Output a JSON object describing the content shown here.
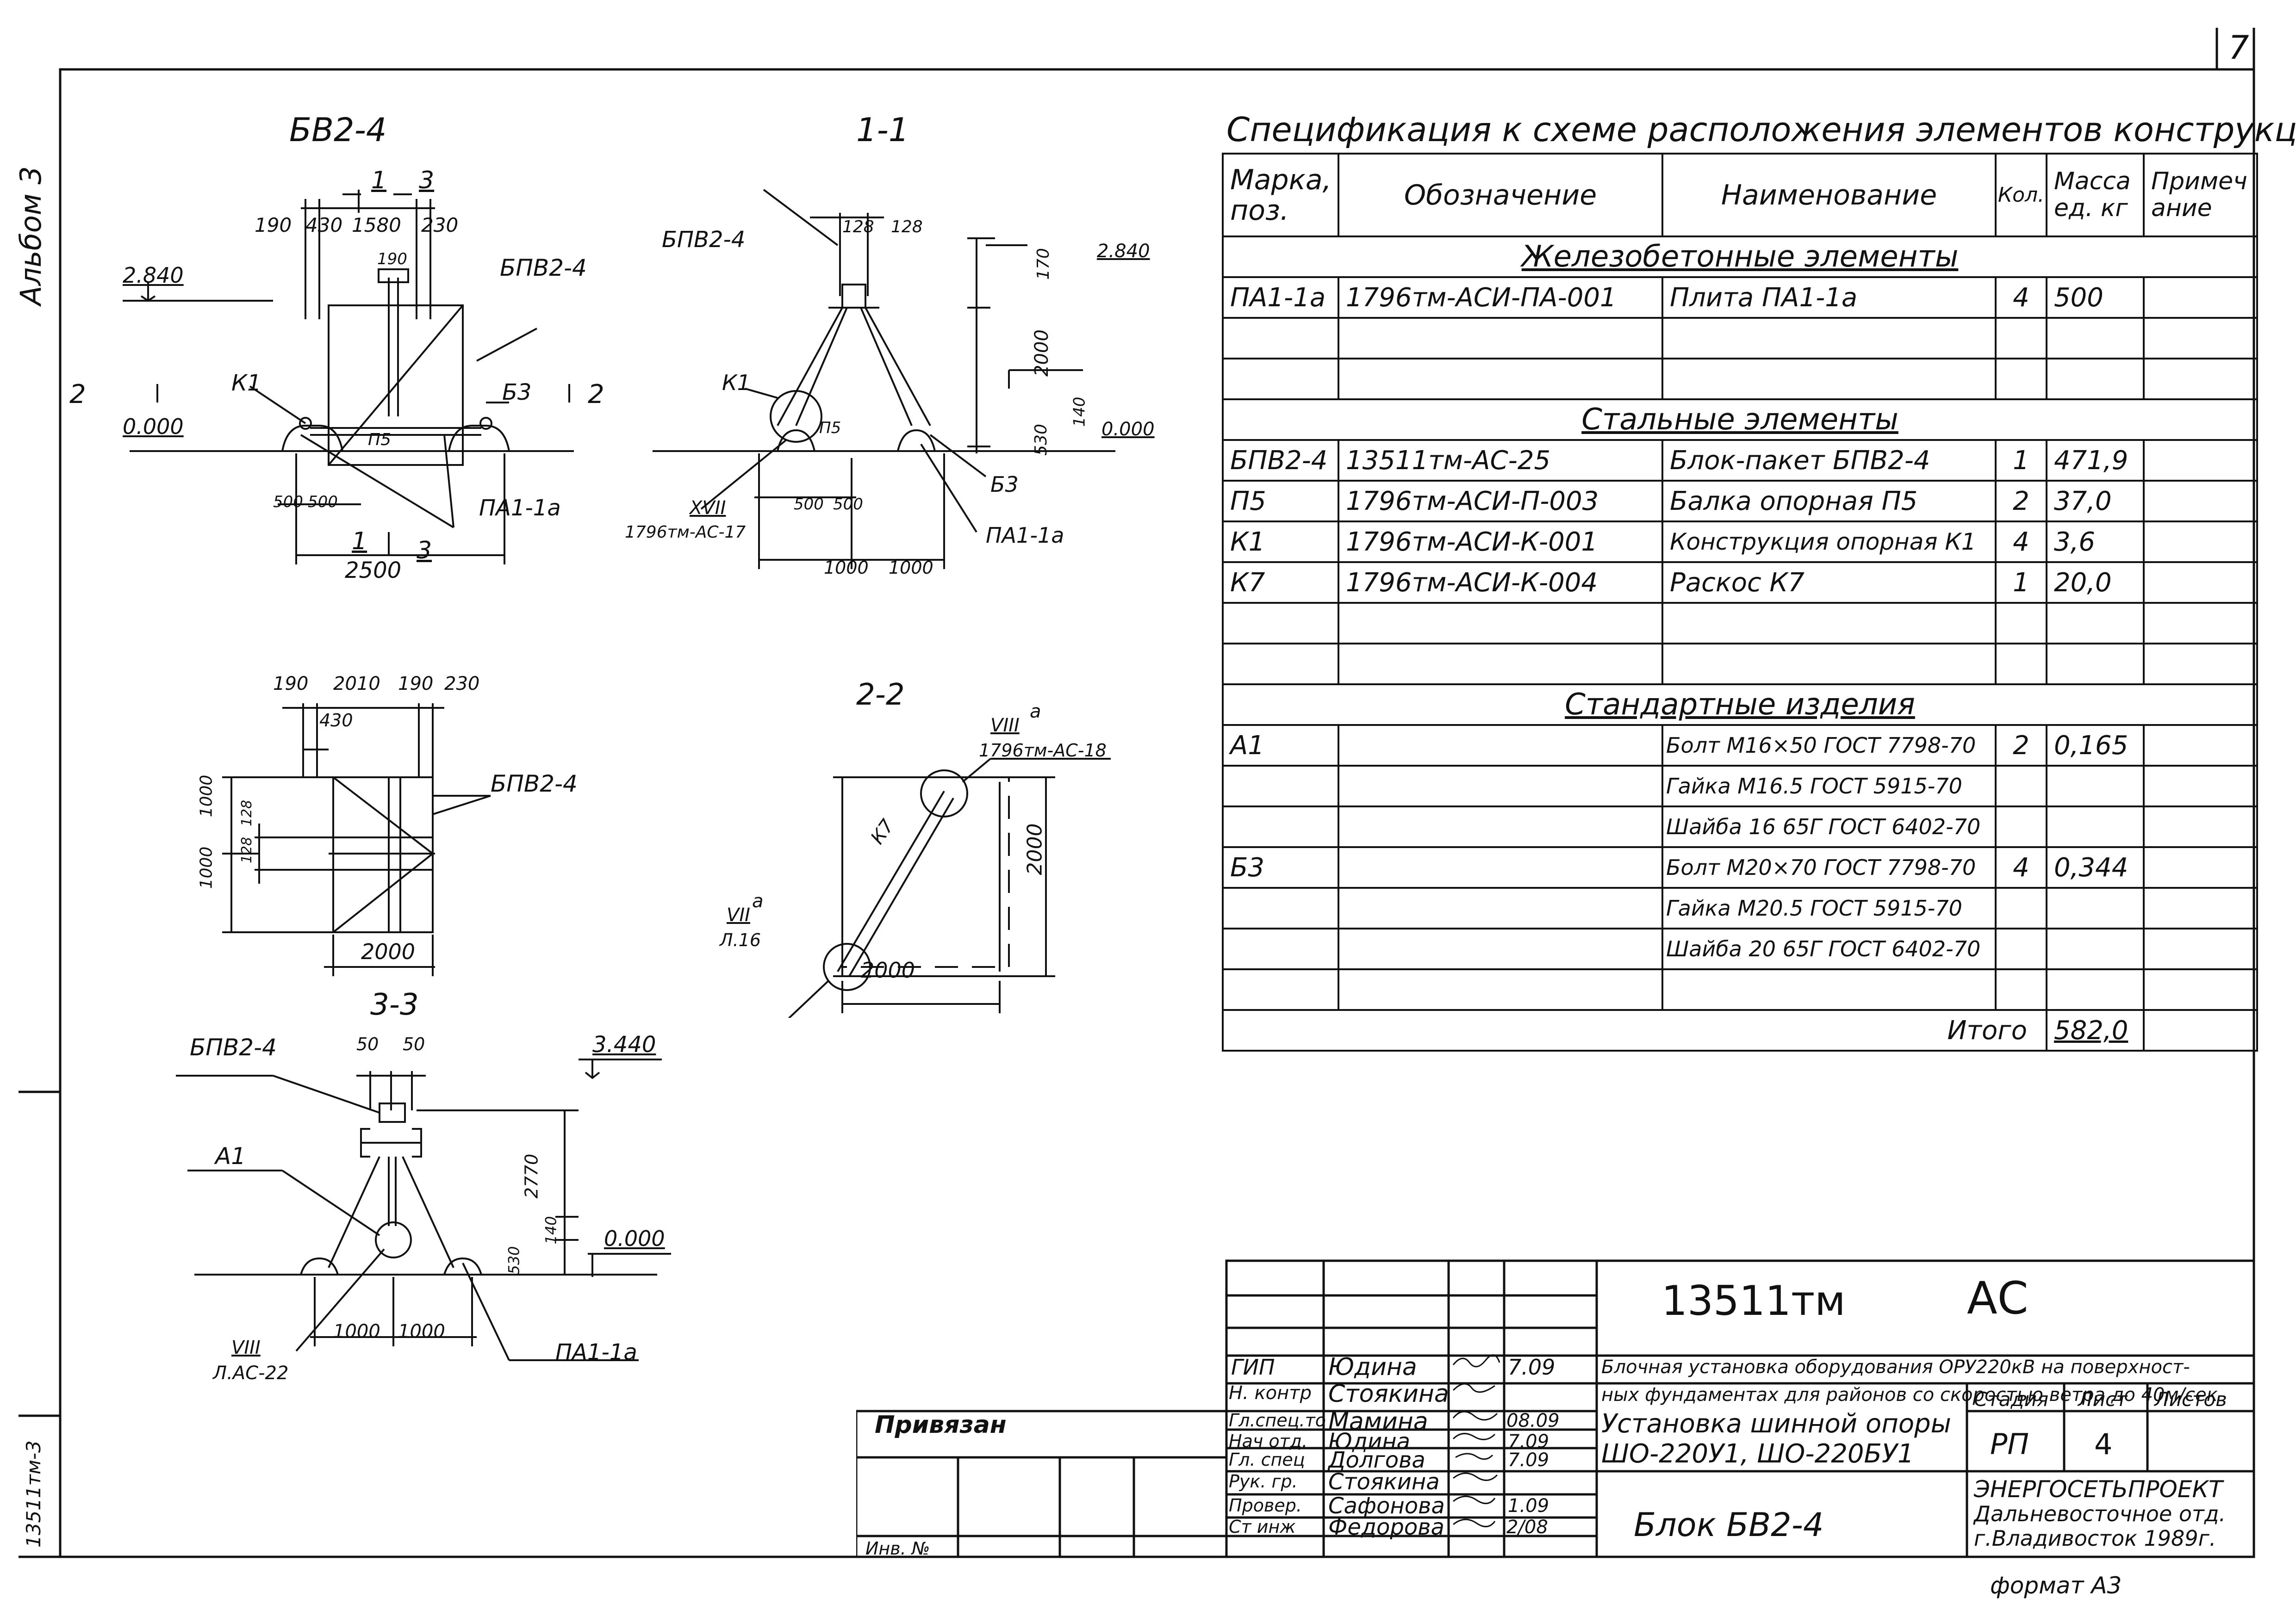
{
  "page_number": "7",
  "margin": {
    "album": "Альбом 3",
    "code": "13511тм-3"
  },
  "drawings": {
    "bv2_4": {
      "title": "БВ2-4",
      "dims_top": [
        "190",
        "430",
        "1580",
        "230"
      ],
      "dim_190": "190",
      "mark_cut1": "1",
      "mark_cut3": "3",
      "mark_cut2": "2",
      "elev": "2.840",
      "zero": "0.000",
      "labels": {
        "bpv": "БПВ2-4",
        "k1": "К1",
        "b3": "Б3",
        "p5": "П5",
        "pa": "ПА1-1а"
      },
      "dims_bottom": [
        "500",
        "500",
        "2500"
      ]
    },
    "sec1": {
      "title": "1-1",
      "dims_top": [
        "128",
        "128"
      ],
      "elev": "2.840",
      "zero": "0.000",
      "dims_v": [
        "170",
        "2000",
        "140",
        "530"
      ],
      "labels": {
        "bpv": "БПВ2-4",
        "k1": "К1",
        "p5": "П5",
        "b3": "Б3",
        "pa": "ПА1-1а",
        "node": "XVII",
        "node_ref": "1796тм-АС-17"
      },
      "dims_bottom": [
        "500",
        "500",
        "1000",
        "1000"
      ]
    },
    "plan": {
      "dims_top": [
        "190",
        "2010",
        "190",
        "230"
      ],
      "dim_430": "430",
      "dims_left": [
        "1000",
        "128",
        "128",
        "1000"
      ],
      "label": "БПВ2-4",
      "dim_bottom": "2000"
    },
    "sec2": {
      "title": "2-2",
      "node_top": "VIII",
      "node_top_a": "а",
      "node_top_ref": "1796тм-АС-18",
      "brace": "К7",
      "node_bottom": "VII",
      "node_bottom_a": "а",
      "node_bottom_ref": "Л.16",
      "dim_v": "2000",
      "dim_h": "2000"
    },
    "sec3": {
      "title": "3-3",
      "dims_top": [
        "50",
        "50"
      ],
      "elev": "3.440",
      "zero": "0.000",
      "dims_v": [
        "2770",
        "140",
        "530"
      ],
      "labels": {
        "bpv": "БПВ2-4",
        "a1": "А1",
        "pa": "ПА1-1а",
        "node": "VIII",
        "node_ref": "Л.АС-22"
      },
      "dims_bottom": [
        "1000",
        "1000"
      ]
    }
  },
  "spec": {
    "title": "Спецификация к схеме расположения элементов конструкций",
    "headers": [
      "Марка, поз.",
      "Обозначение",
      "Наименование",
      "Кол.",
      "Масса ед. кг",
      "Примечание"
    ],
    "sections": {
      "concrete": "Железобетонные элементы",
      "steel": "Стальные элементы",
      "standard": "Стандартные изделия"
    },
    "concrete_rows": [
      {
        "mark": "ПА1-1а",
        "code": "1796тм-АСИ-ПА-001",
        "name": "Плита ПА1-1а",
        "qty": "4",
        "mass": "500"
      }
    ],
    "steel_rows": [
      {
        "mark": "БПВ2-4",
        "code": "13511тм-АС-25",
        "name": "Блок-пакет БПВ2-4",
        "qty": "1",
        "mass": "471,9"
      },
      {
        "mark": "П5",
        "code": "1796тм-АСИ-П-003",
        "name": "Балка опорная П5",
        "qty": "2",
        "mass": "37,0"
      },
      {
        "mark": "К1",
        "code": "1796тм-АСИ-К-001",
        "name": "Конструкция опорная К1",
        "qty": "4",
        "mass": "3,6"
      },
      {
        "mark": "К7",
        "code": "1796тм-АСИ-К-004",
        "name": "Раскос К7",
        "qty": "1",
        "mass": "20,0"
      }
    ],
    "standard_rows": [
      {
        "mark": "А1",
        "name": "Болт М16×50 ГОСТ 7798-70",
        "qty": "2",
        "mass": "0,165"
      },
      {
        "mark": "",
        "name": "Гайка М16.5 ГОСТ 5915-70",
        "qty": "",
        "mass": ""
      },
      {
        "mark": "",
        "name": "Шайба 16 65Г ГОСТ 6402-70",
        "qty": "",
        "mass": ""
      },
      {
        "mark": "Б3",
        "name": "Болт М20×70 ГОСТ 7798-70",
        "qty": "4",
        "mass": "0,344"
      },
      {
        "mark": "",
        "name": "Гайка М20.5 ГОСТ 5915-70",
        "qty": "",
        "mass": ""
      },
      {
        "mark": "",
        "name": "Шайба 20 65Г ГОСТ 6402-70",
        "qty": "",
        "mass": ""
      }
    ],
    "total_label": "Итого",
    "total_value": "582,0"
  },
  "title_block": {
    "code": "13511тм",
    "suffix": "АС",
    "project": "Блочная установка оборудования ОРУ220кВ на поверхностных фундаментах для районов со скоростью ветра до 40 м/сек",
    "project_l1": "Блочная установка оборудования ОРУ220кВ на поверхност-",
    "project_l2": "ных фундаментах для районов со скоростью ветра до 40м/сек",
    "sheet_name_l1": "Установка шинной опоры",
    "sheet_name_l2": "ШО-220У1, ШО-220БУ1",
    "drawing_name": "Блок БВ2-4",
    "stage_label": "Стадия",
    "sheet_label": "Лист",
    "sheets_label": "Листов",
    "stage": "РП",
    "sheet": "4",
    "org_l1": "ЭНЕРГОСЕТЬПРОЕКТ",
    "org_l2": "Дальневосточное отд.",
    "org_l3": "г.Владивосток 1989г.",
    "bound": "Привязан",
    "inv": "Инв. №",
    "format": "формат А3",
    "people": [
      {
        "role": "ГИП",
        "name": "Юдина",
        "date": "7.09"
      },
      {
        "role": "Н. контр",
        "name": "Стоякина",
        "date": ""
      },
      {
        "role": "Гл.спец.то",
        "name": "Мамина",
        "date": "08.09"
      },
      {
        "role": "Нач отд.",
        "name": "Юдина",
        "date": "7.09"
      },
      {
        "role": "Гл. спец",
        "name": "Долгова",
        "date": "7.09"
      },
      {
        "role": "Рук. гр.",
        "name": "Стоякина",
        "date": ""
      },
      {
        "role": "Провер.",
        "name": "Сафонова",
        "date": "1.09"
      },
      {
        "role": "Ст инж",
        "name": "Федорова",
        "date": "2/08"
      }
    ]
  }
}
